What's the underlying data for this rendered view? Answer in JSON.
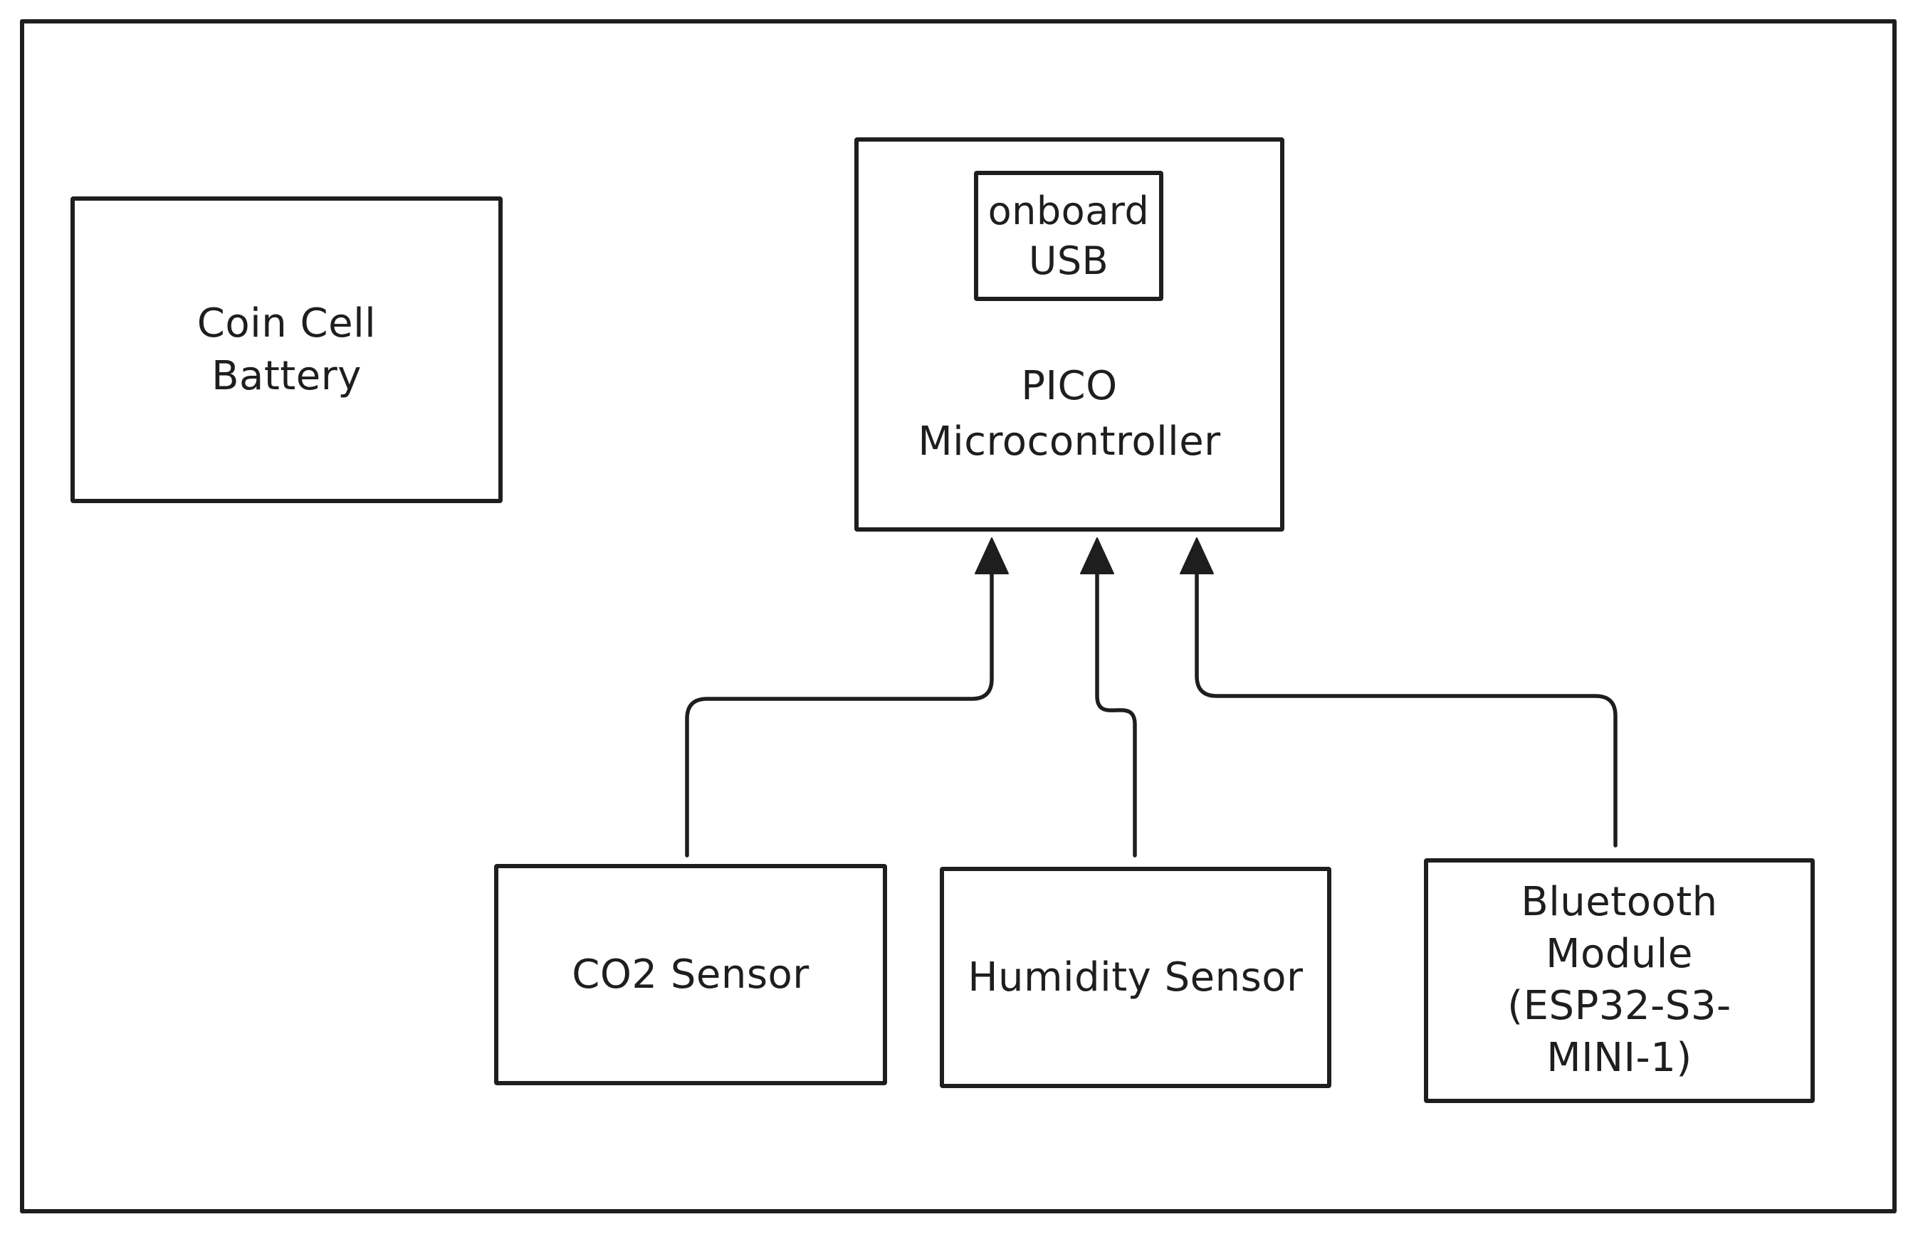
{
  "diagram": {
    "colors": {
      "stroke": "#1e1e1e",
      "background": "#ffffff"
    },
    "nodes": {
      "battery": {
        "label_lines": [
          "Coin Cell",
          "Battery"
        ]
      },
      "pico": {
        "label_lines": [
          "PICO",
          "Microcontroller"
        ]
      },
      "usb": {
        "label_lines": [
          "onboard",
          "USB"
        ]
      },
      "co2": {
        "label_lines": [
          "CO2 Sensor"
        ]
      },
      "humidity": {
        "label_lines": [
          "Humidity Sensor"
        ]
      },
      "bluetooth": {
        "label_lines": [
          "Bluetooth",
          "Module",
          "(ESP32-S3-",
          "MINI-1)"
        ]
      }
    },
    "edges": [
      {
        "from": "co2",
        "to": "pico",
        "style": "elbow-arrow"
      },
      {
        "from": "humidity",
        "to": "pico",
        "style": "elbow-arrow"
      },
      {
        "from": "bluetooth",
        "to": "pico",
        "style": "elbow-arrow"
      }
    ]
  }
}
